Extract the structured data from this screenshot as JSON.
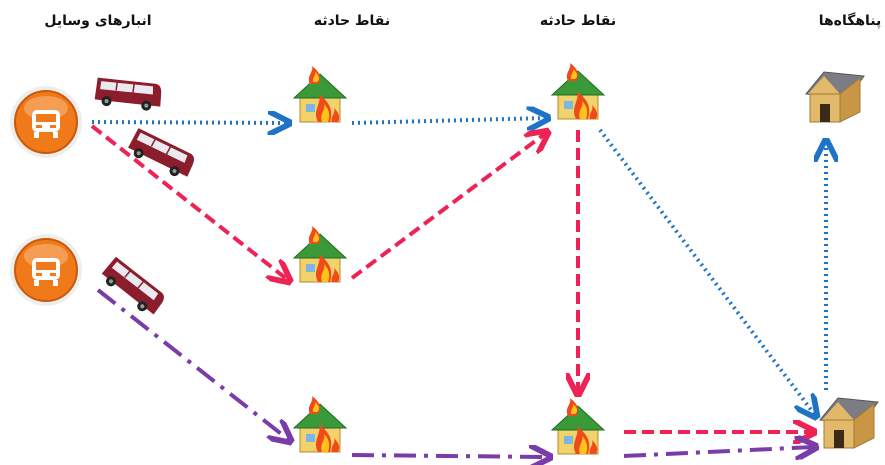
{
  "headers": {
    "depots": "انبارهای وسایل",
    "incidents_1": "نقاط حادثه",
    "incidents_2": "نقاط حادثه",
    "shelters": "پناهگاه‌ها"
  },
  "icons": {
    "depot": "bus-depot-icon",
    "bus": "bus-icon",
    "incident": "burning-house-icon",
    "shelter": "shelter-house-icon"
  },
  "colors": {
    "blue_dotted": "#1f73c7",
    "red_dashed": "#ee2255",
    "purple_dashdot": "#7a3ca8",
    "depot_orange": "#f07a1a",
    "bus_red": "#8b1d2c"
  }
}
